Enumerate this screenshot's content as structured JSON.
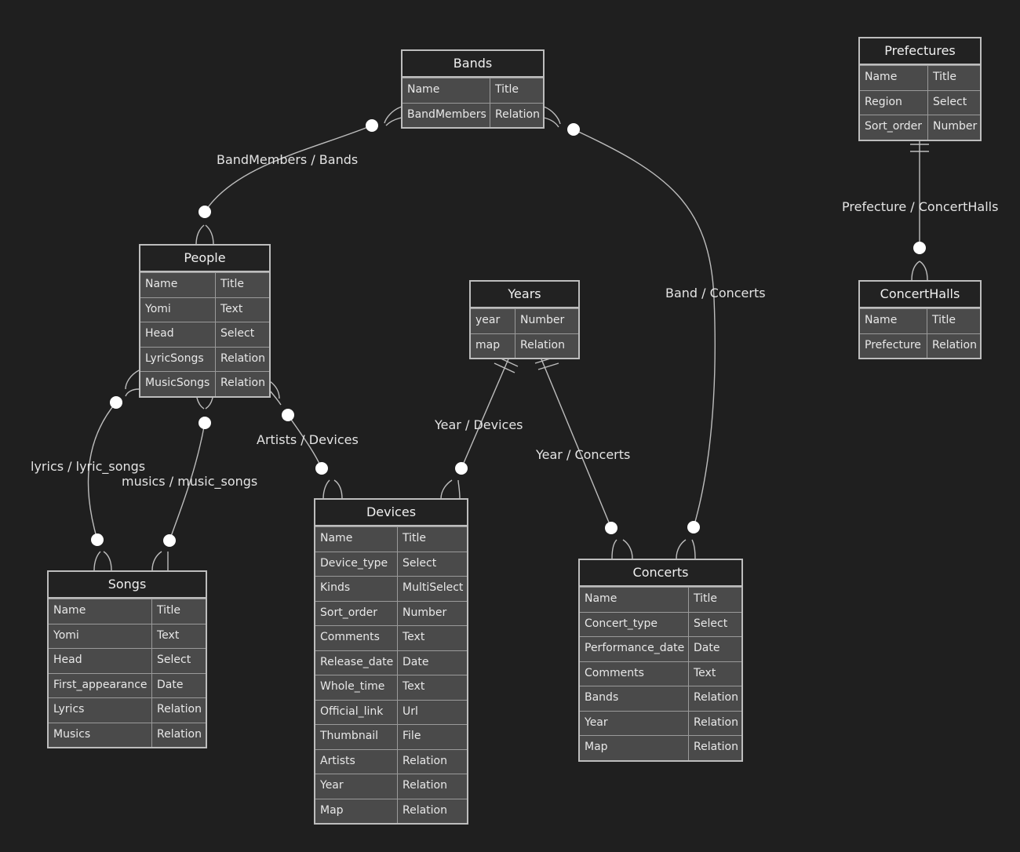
{
  "entities": {
    "bands": {
      "title": "Bands",
      "rows": [
        [
          "Name",
          "Title"
        ],
        [
          "BandMembers",
          "Relation"
        ]
      ]
    },
    "prefectures": {
      "title": "Prefectures",
      "rows": [
        [
          "Name",
          "Title"
        ],
        [
          "Region",
          "Select"
        ],
        [
          "Sort_order",
          "Number"
        ]
      ]
    },
    "people": {
      "title": "People",
      "rows": [
        [
          "Name",
          "Title"
        ],
        [
          "Yomi",
          "Text"
        ],
        [
          "Head",
          "Select"
        ],
        [
          "LyricSongs",
          "Relation"
        ],
        [
          "MusicSongs",
          "Relation"
        ]
      ]
    },
    "years": {
      "title": "Years",
      "rows": [
        [
          "year",
          "Number"
        ],
        [
          "map",
          "Relation"
        ]
      ]
    },
    "concerthalls": {
      "title": "ConcertHalls",
      "rows": [
        [
          "Name",
          "Title"
        ],
        [
          "Prefecture",
          "Relation"
        ]
      ]
    },
    "songs": {
      "title": "Songs",
      "rows": [
        [
          "Name",
          "Title"
        ],
        [
          "Yomi",
          "Text"
        ],
        [
          "Head",
          "Select"
        ],
        [
          "First_appearance",
          "Date"
        ],
        [
          "Lyrics",
          "Relation"
        ],
        [
          "Musics",
          "Relation"
        ]
      ]
    },
    "devices": {
      "title": "Devices",
      "rows": [
        [
          "Name",
          "Title"
        ],
        [
          "Device_type",
          "Select"
        ],
        [
          "Kinds",
          "MultiSelect"
        ],
        [
          "Sort_order",
          "Number"
        ],
        [
          "Comments",
          "Text"
        ],
        [
          "Release_date",
          "Date"
        ],
        [
          "Whole_time",
          "Text"
        ],
        [
          "Official_link",
          "Url"
        ],
        [
          "Thumbnail",
          "File"
        ],
        [
          "Artists",
          "Relation"
        ],
        [
          "Year",
          "Relation"
        ],
        [
          "Map",
          "Relation"
        ]
      ]
    },
    "concerts": {
      "title": "Concerts",
      "rows": [
        [
          "Name",
          "Title"
        ],
        [
          "Concert_type",
          "Select"
        ],
        [
          "Performance_date",
          "Date"
        ],
        [
          "Comments",
          "Text"
        ],
        [
          "Bands",
          "Relation"
        ],
        [
          "Year",
          "Relation"
        ],
        [
          "Map",
          "Relation"
        ]
      ]
    }
  },
  "relations": {
    "band_members": "BandMembers / Bands",
    "band_concerts": "Band / Concerts",
    "prefecture_halls": "Prefecture / ConcertHalls",
    "lyrics": "lyrics / lyric_songs",
    "musics": "musics / music_songs",
    "artists": "Artists / Devices",
    "year_devices": "Year / Devices",
    "year_concerts": "Year / Concerts"
  }
}
